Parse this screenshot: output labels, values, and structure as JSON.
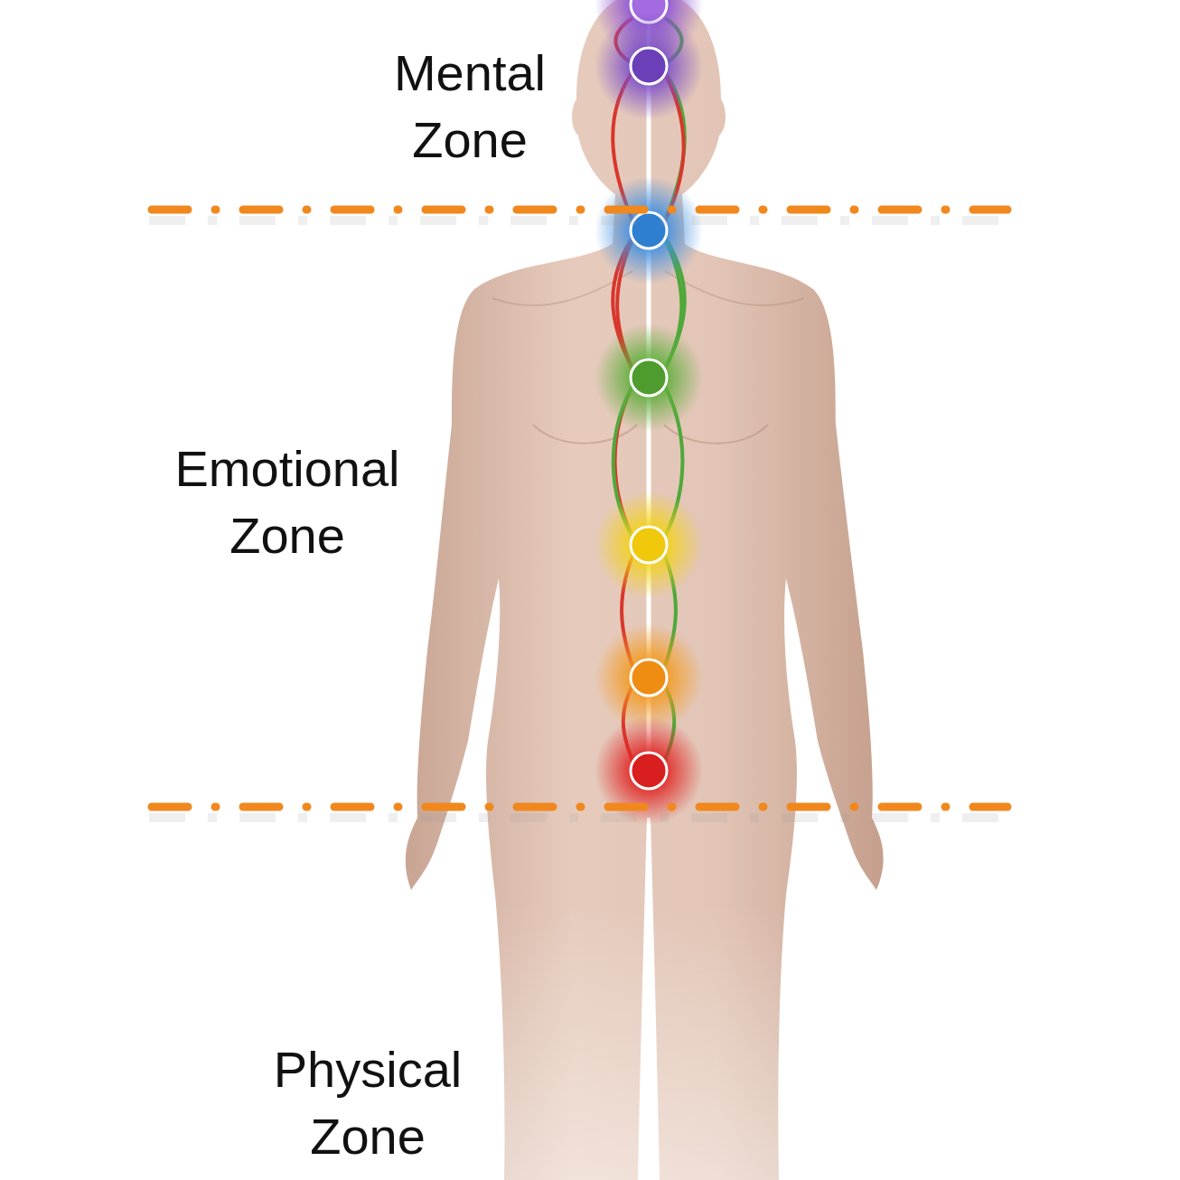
{
  "diagram": {
    "labels": [
      "Mental Zone",
      "Emotional Zone",
      "Physical Zone"
    ]
  }
}
